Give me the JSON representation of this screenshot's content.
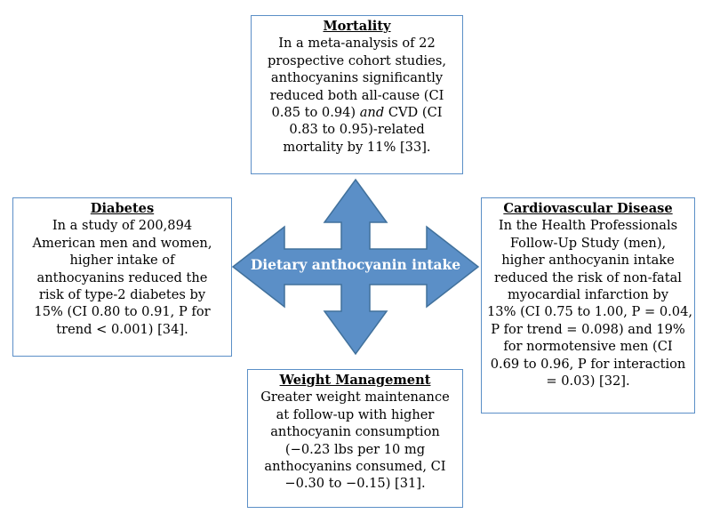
{
  "center": {
    "label": "Dietary anthocyanin intake"
  },
  "colors": {
    "arrow_fill": "#5b8fc7",
    "arrow_stroke": "#41719c",
    "box_border": "#5b8fc7"
  },
  "mortality": {
    "title": "Mortality",
    "lines": [
      "In a meta-analysis of 22",
      "prospective cohort studies,",
      "anthocyanins significantly",
      "reduced both all-cause (CI",
      "0.85 to 0.94) and CVD (CI",
      "0.83 to 0.95)-related",
      "mortality by 11% [33]."
    ]
  },
  "diabetes": {
    "title": "Diabetes",
    "lines": [
      "In a study of 200,894",
      "American men and women,",
      "higher intake of",
      "anthocyanins reduced the",
      "risk of type-2 diabetes by",
      "15% (CI 0.80 to 0.91, P for",
      "trend < 0.001) [34]."
    ]
  },
  "cvd": {
    "title": "Cardiovascular Disease",
    "lines": [
      "In the Health Professionals",
      "Follow-Up Study (men),",
      "higher anthocyanin intake",
      "reduced the risk of non-fatal",
      "myocardial infarction by",
      "13% (CI 0.75 to 1.00, P = 0.04,",
      "P for trend = 0.098) and 19%",
      "for normotensive men (CI",
      "0.69 to 0.96, P for interaction",
      "= 0.03) [32]."
    ]
  },
  "weight": {
    "title": "Weight Management",
    "lines": [
      "Greater weight maintenance",
      "at follow-up with higher",
      "anthocyanin consumption",
      "(−0.23 lbs per 10 mg",
      "anthocyanins consumed, CI",
      "−0.30 to −0.15) [31]."
    ]
  }
}
